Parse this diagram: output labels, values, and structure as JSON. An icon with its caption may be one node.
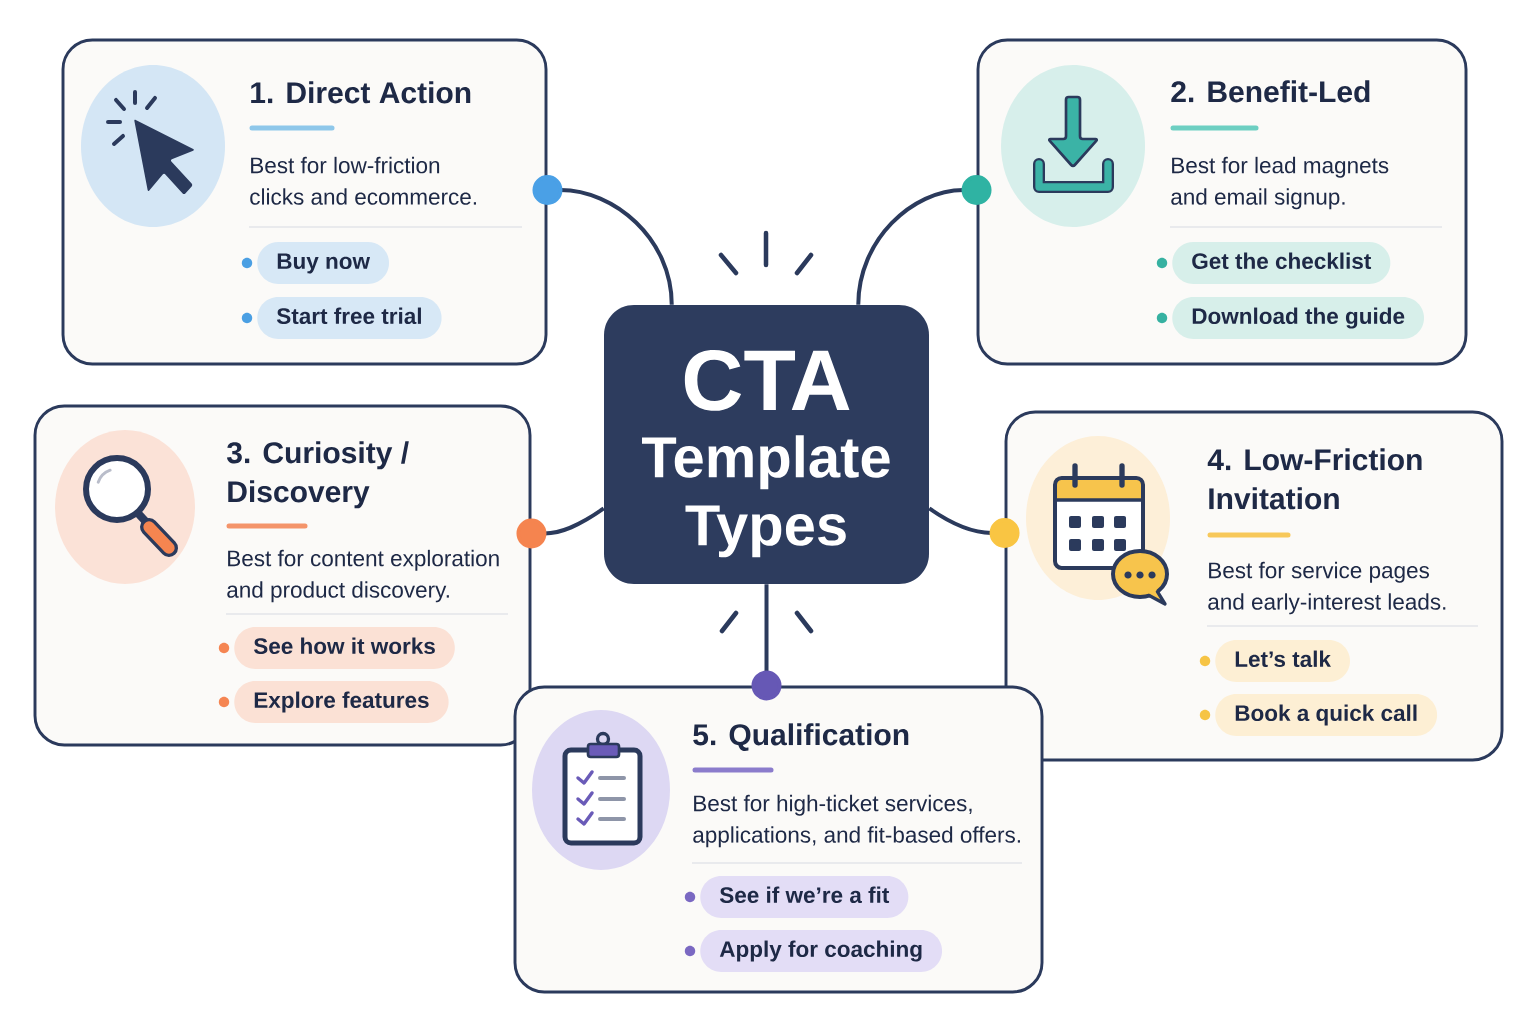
{
  "diagram": {
    "nodes": [
      {
        "text": [
          "CTA",
          "Template Types"
        ]
      },
      {
        "text": [
          "1. Direct Action",
          "Best for low-friction clicks and ecommerce."
        ]
      },
      {
        "text": [
          "Buy now"
        ],
        "in": 1
      },
      {
        "text": [
          "Start free trial"
        ],
        "in": 1
      },
      {
        "text": [
          "2. Benefit-Led",
          "Best for lead magnets and email signup."
        ]
      },
      {
        "text": [
          "Get the checklist"
        ],
        "in": 4
      },
      {
        "text": [
          "Download the guide"
        ],
        "in": 4
      },
      {
        "text": [
          "3. Curiosity / Discovery",
          "Best for content exploration and product discovery."
        ]
      },
      {
        "text": [
          "See how it works"
        ],
        "in": 7
      },
      {
        "text": [
          "Explore features"
        ],
        "in": 7
      },
      {
        "text": [
          "4. Low-Friction Invitation",
          "Best for service pages and early-interest leads."
        ]
      },
      {
        "text": [
          "Let’s talk"
        ],
        "in": 10
      },
      {
        "text": [
          "Book a quick call"
        ],
        "in": 10
      },
      {
        "text": [
          "5. Qualification",
          "Best for high-ticket services, applications, and fit-based offers."
        ]
      },
      {
        "text": [
          "See if we’re a fit"
        ],
        "in": 13
      },
      {
        "text": [
          "Apply for coaching"
        ],
        "in": 13
      }
    ],
    "edges": [
      {
        "from": 0,
        "to": 1,
        "arrow": "other"
      },
      {
        "from": 0,
        "to": 4,
        "arrow": "other"
      },
      {
        "from": 0,
        "to": 7,
        "arrow": "other"
      },
      {
        "from": 0,
        "to": 10,
        "arrow": "other"
      },
      {
        "from": 0,
        "to": 13,
        "arrow": "other"
      }
    ]
  }
}
